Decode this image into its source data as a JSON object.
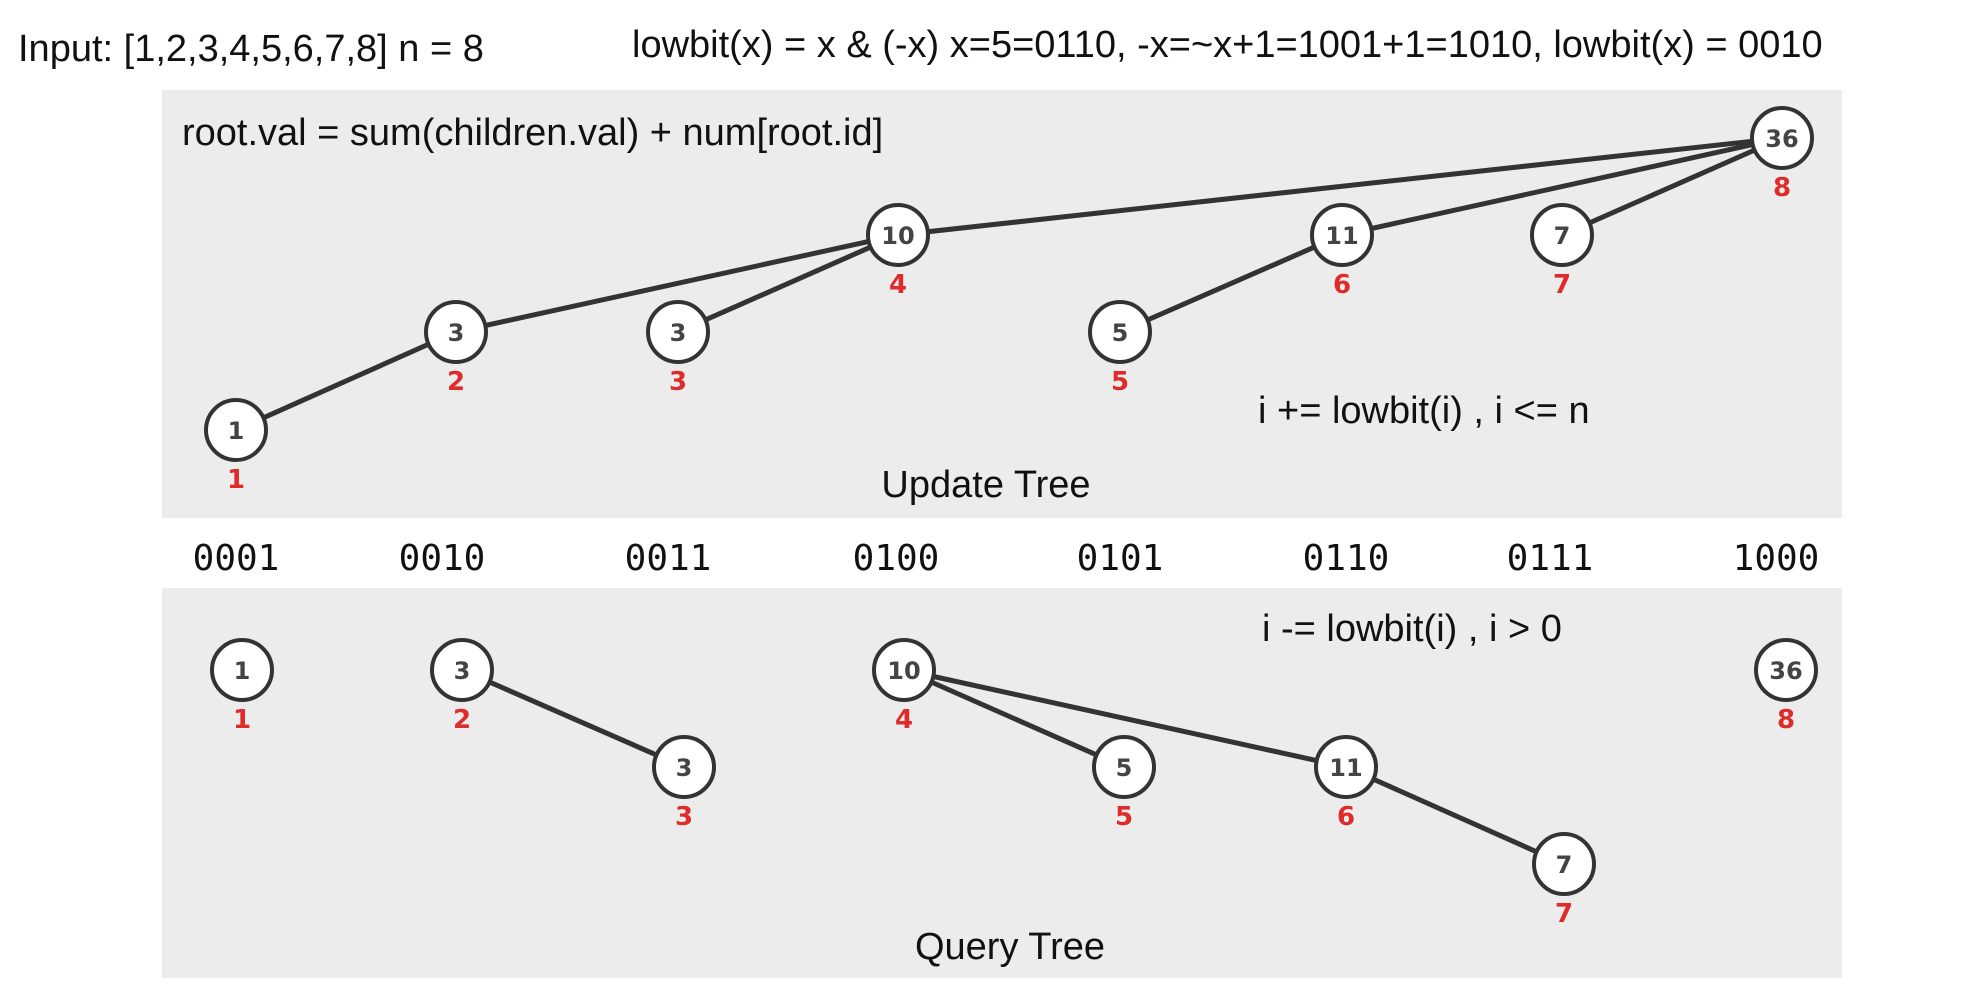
{
  "header": {
    "input": "Input: [1,2,3,4,5,6,7,8] n = 8",
    "lowbit": "lowbit(x) = x & (-x)   x=5=0110, -x=~x+1=1001+1=1010, lowbit(x) = 0010"
  },
  "update_tree": {
    "formula": "root.val = sum(children.val) + num[root.id]",
    "rule": "i += lowbit(i) , i <= n",
    "caption": "Update Tree",
    "nodes": [
      {
        "id": "1",
        "val": "1"
      },
      {
        "id": "2",
        "val": "3"
      },
      {
        "id": "3",
        "val": "3"
      },
      {
        "id": "4",
        "val": "10"
      },
      {
        "id": "5",
        "val": "5"
      },
      {
        "id": "6",
        "val": "11"
      },
      {
        "id": "7",
        "val": "7"
      },
      {
        "id": "8",
        "val": "36"
      }
    ],
    "edges": [
      [
        "1",
        "2"
      ],
      [
        "2",
        "4"
      ],
      [
        "3",
        "4"
      ],
      [
        "4",
        "8"
      ],
      [
        "5",
        "6"
      ],
      [
        "6",
        "8"
      ],
      [
        "7",
        "8"
      ]
    ]
  },
  "binary_labels": [
    "0001",
    "0010",
    "0011",
    "0100",
    "0101",
    "0110",
    "0111",
    "1000"
  ],
  "query_tree": {
    "rule": "i -= lowbit(i) , i > 0",
    "caption": "Query Tree",
    "nodes": [
      {
        "id": "1",
        "val": "1"
      },
      {
        "id": "2",
        "val": "3"
      },
      {
        "id": "3",
        "val": "3"
      },
      {
        "id": "4",
        "val": "10"
      },
      {
        "id": "5",
        "val": "5"
      },
      {
        "id": "6",
        "val": "11"
      },
      {
        "id": "7",
        "val": "7"
      },
      {
        "id": "8",
        "val": "36"
      }
    ],
    "edges": [
      [
        "2",
        "3"
      ],
      [
        "4",
        "5"
      ],
      [
        "4",
        "6"
      ],
      [
        "6",
        "7"
      ]
    ]
  },
  "colors": {
    "panel": "#ececec",
    "node_id": "#e02b2b",
    "node_stroke": "#333333"
  }
}
